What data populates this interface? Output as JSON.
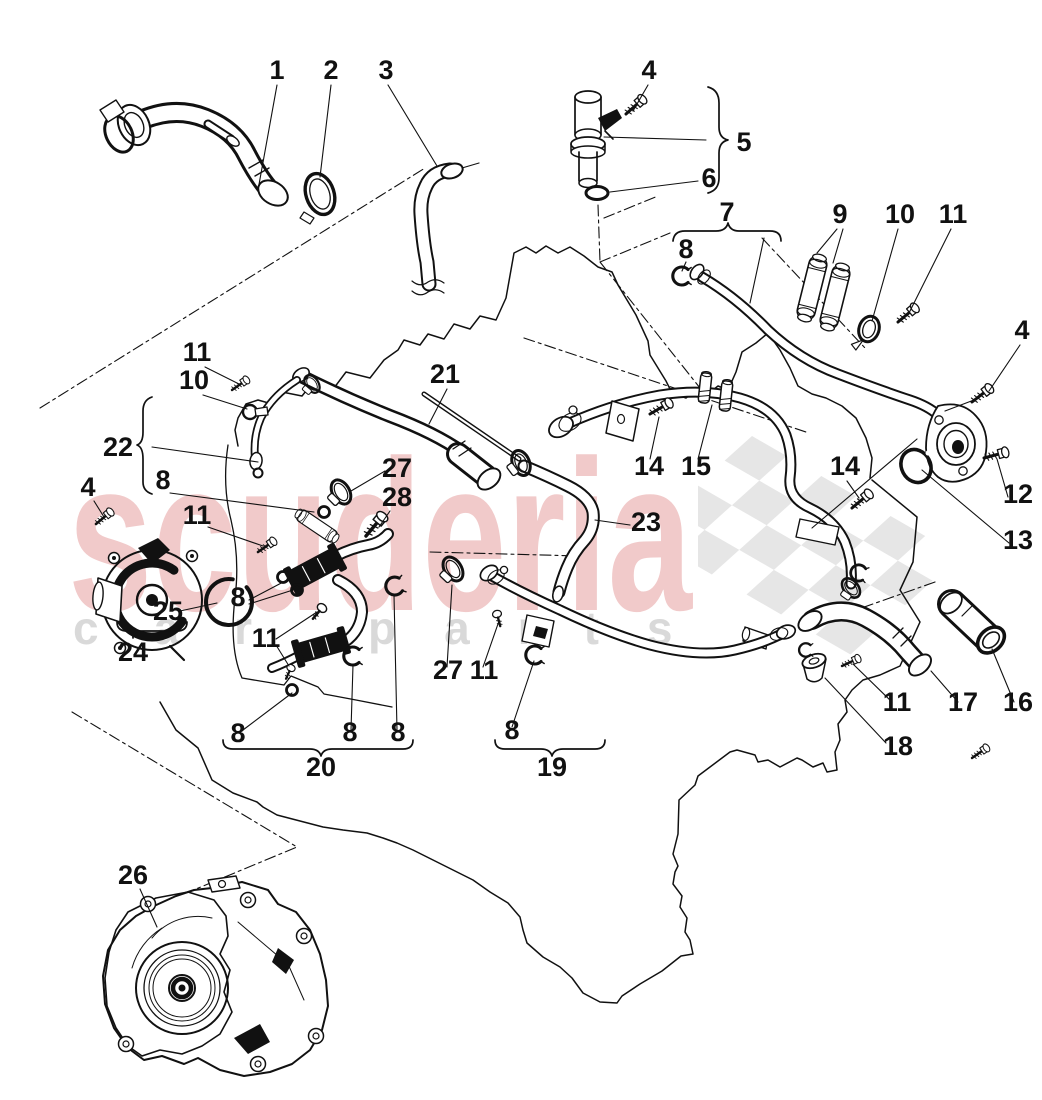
{
  "watermark": {
    "brand": "scuderia",
    "sub_left": "car",
    "sub_right": "parts",
    "brand_color": "#f1caca",
    "sub_color": "#d9d9d9",
    "flag_color": "#e6e6e6"
  },
  "diagram": {
    "line_color": "#111111",
    "kind": "exploded parts diagram of engine coolant hoses, pipes and alternator"
  },
  "callouts": [
    {
      "label": "1"
    },
    {
      "label": "2"
    },
    {
      "label": "3"
    },
    {
      "label": "4"
    },
    {
      "label": "5"
    },
    {
      "label": "6"
    },
    {
      "label": "7"
    },
    {
      "label": "8"
    },
    {
      "label": "9"
    },
    {
      "label": "10"
    },
    {
      "label": "11"
    },
    {
      "label": "4"
    },
    {
      "label": "11"
    },
    {
      "label": "10"
    },
    {
      "label": "21"
    },
    {
      "label": "22"
    },
    {
      "label": "8"
    },
    {
      "label": "27"
    },
    {
      "label": "28"
    },
    {
      "label": "11"
    },
    {
      "label": "4"
    },
    {
      "label": "14"
    },
    {
      "label": "15"
    },
    {
      "label": "14"
    },
    {
      "label": "12"
    },
    {
      "label": "13"
    },
    {
      "label": "23"
    },
    {
      "label": "25"
    },
    {
      "label": "24"
    },
    {
      "label": "8"
    },
    {
      "label": "11"
    },
    {
      "label": "27"
    },
    {
      "label": "11"
    },
    {
      "label": "8"
    },
    {
      "label": "8"
    },
    {
      "label": "8"
    },
    {
      "label": "20"
    },
    {
      "label": "8"
    },
    {
      "label": "19"
    },
    {
      "label": "11"
    },
    {
      "label": "17"
    },
    {
      "label": "16"
    },
    {
      "label": "18"
    },
    {
      "label": "26"
    }
  ]
}
